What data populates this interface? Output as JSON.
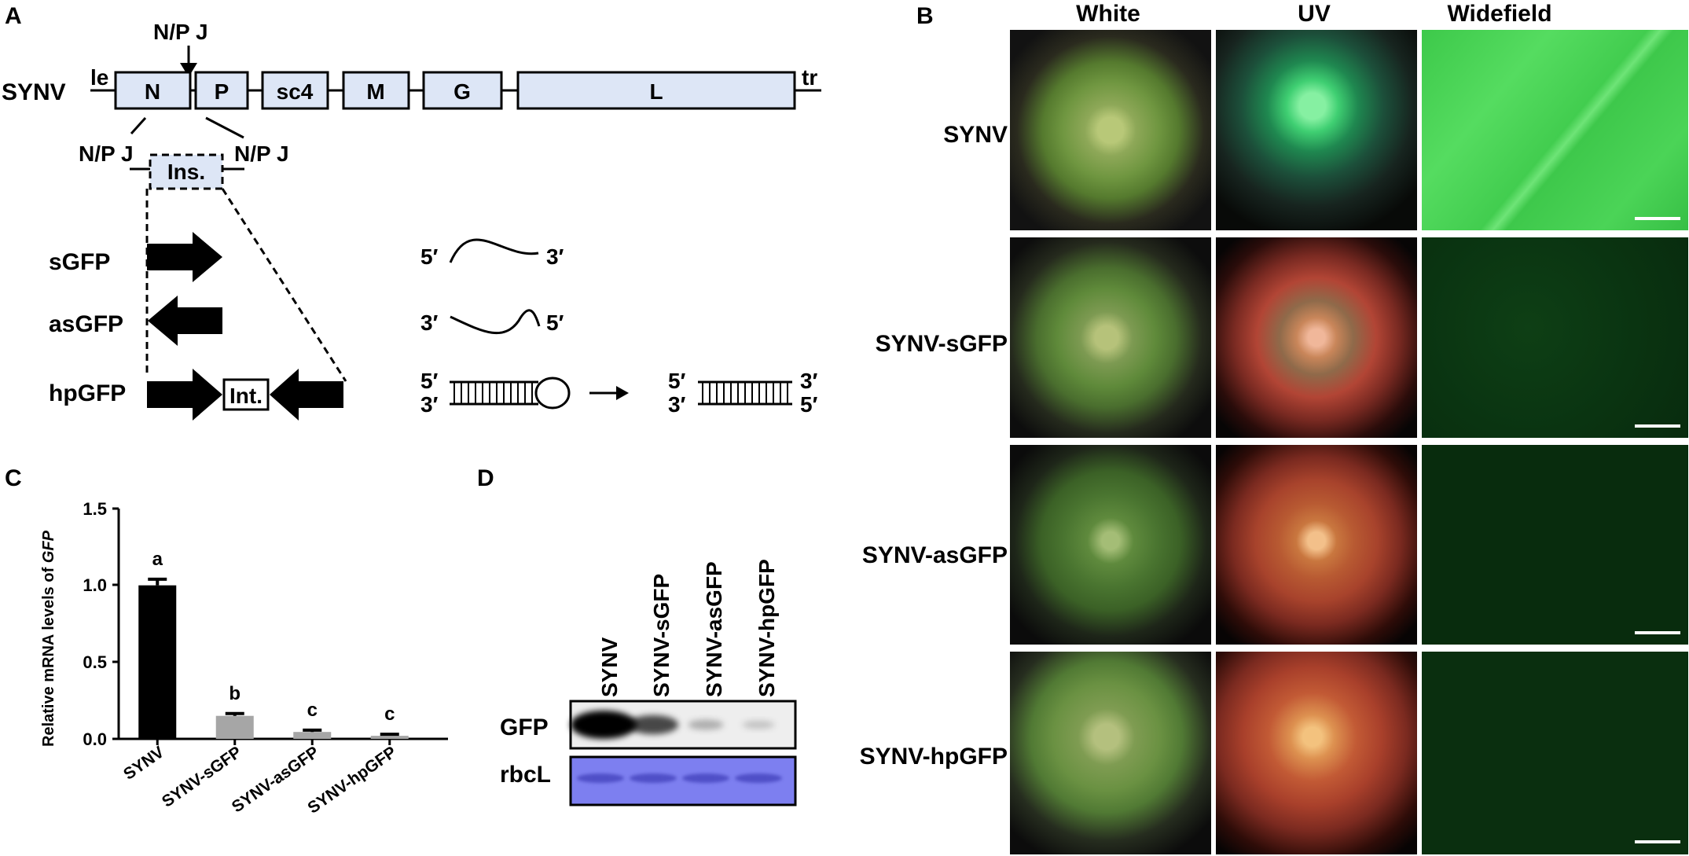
{
  "panel_a": {
    "letter": "A",
    "virus": "SYNV",
    "le": "le",
    "tr": "tr",
    "genes": [
      "N",
      "P",
      "sc4",
      "M",
      "G",
      "L"
    ],
    "junction_top": "N/P J",
    "junction_left": "N/P J",
    "junction_right": "N/P J",
    "insert": "Ins.",
    "constructs": [
      "sGFP",
      "asGFP",
      "hpGFP"
    ],
    "intron": "Int.",
    "p5": "5′",
    "p3": "3′"
  },
  "panel_b": {
    "letter": "B",
    "columns": [
      "White",
      "UV",
      "Widefield"
    ],
    "rows": [
      "SYNV",
      "SYNV-sGFP",
      "SYNV-asGFP",
      "SYNV-hpGFP"
    ]
  },
  "panel_c": {
    "letter": "C",
    "ylabel_prefix": "Relative mRNA levels of ",
    "ylabel_gene": "GFP",
    "yticks": [
      "0.0",
      "0.5",
      "1.0",
      "1.5"
    ]
  },
  "panel_d": {
    "letter": "D",
    "lanes": [
      "SYNV",
      "SYNV-sGFP",
      "SYNV-asGFP",
      "SYNV-hpGFP"
    ],
    "row_labels": [
      "GFP",
      "rbcL"
    ],
    "gfp_band_intensity": [
      1.0,
      0.55,
      0.12,
      0.03
    ]
  },
  "chart_data": {
    "type": "bar",
    "categories": [
      "SYNV",
      "SYNV-sGFP",
      "SYNV-asGFP",
      "SYNV-hpGFP"
    ],
    "values": [
      1.0,
      0.15,
      0.045,
      0.02
    ],
    "errors": [
      0.04,
      0.015,
      0.012,
      0.01
    ],
    "significance": [
      "a",
      "b",
      "c",
      "c"
    ],
    "colors": [
      "#000000",
      "#a6a6a6",
      "#a6a6a6",
      "#a6a6a6"
    ],
    "ylabel": "Relative mRNA levels of GFP",
    "ylim": [
      0,
      1.5
    ]
  }
}
